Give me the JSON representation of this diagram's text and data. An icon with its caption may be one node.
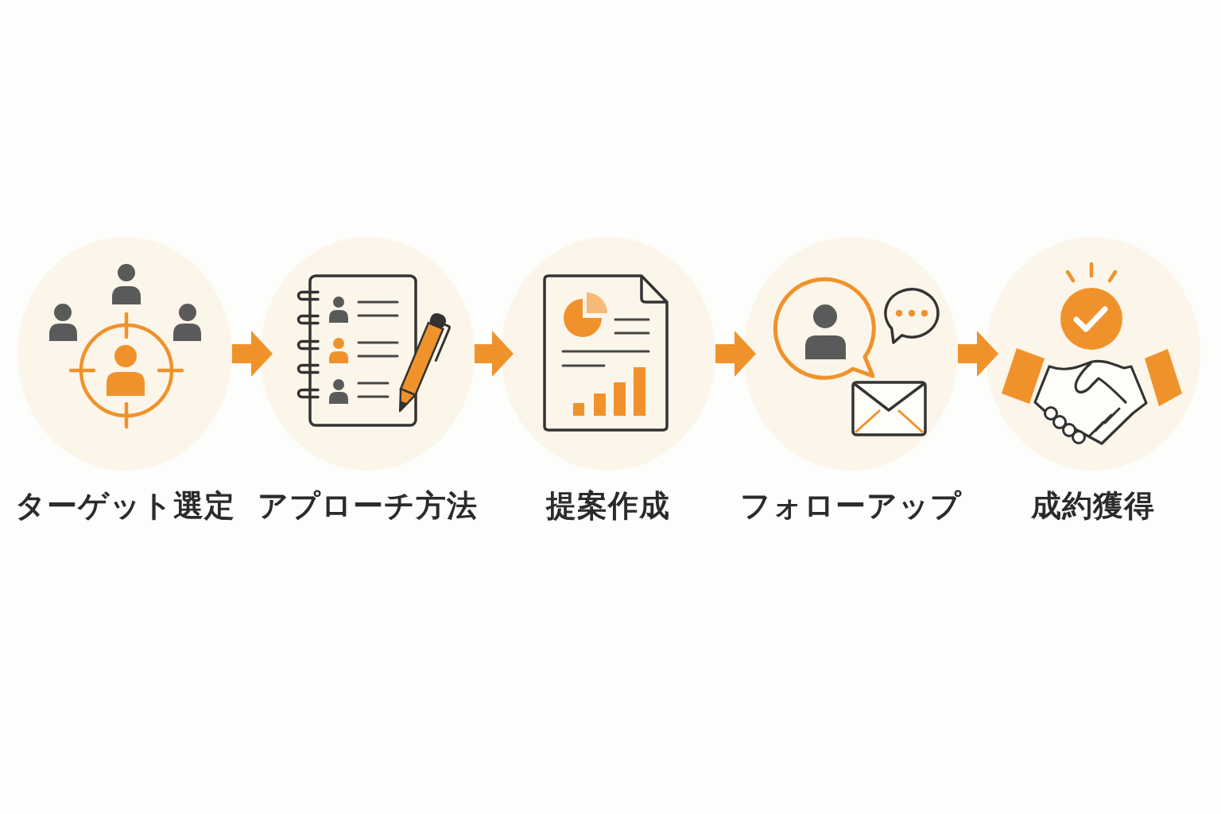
{
  "diagram": {
    "nodes": [
      {
        "text": [
          "ターゲット選定"
        ]
      },
      {
        "text": [
          "アプローチ方法"
        ]
      },
      {
        "text": [
          "提案作成"
        ]
      },
      {
        "text": [
          "フォローアップ"
        ]
      },
      {
        "text": [
          "成約獲得"
        ]
      }
    ],
    "edges": [
      {
        "from": 0,
        "to": 1,
        "arrow": "to"
      },
      {
        "from": 1,
        "to": 2,
        "arrow": "to"
      },
      {
        "from": 2,
        "to": 3,
        "arrow": "to"
      },
      {
        "from": 3,
        "to": 4,
        "arrow": "to"
      }
    ]
  }
}
